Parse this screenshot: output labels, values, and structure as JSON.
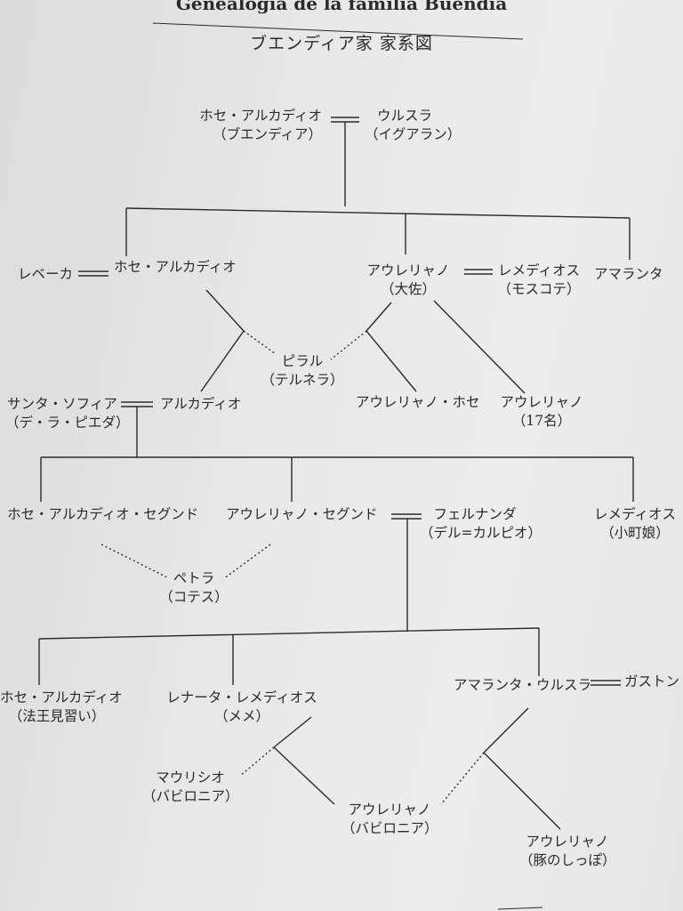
{
  "header": {
    "spanish_title": "Genealogía de la familia Buendía",
    "japanese_title": "ブエンディア家 家系図"
  },
  "people": {
    "jose_arcadio_founder": {
      "name": "ホセ・アルカディオ",
      "note": "（ブエンディア）"
    },
    "ursula": {
      "name": "ウルスラ",
      "note": "（イグアラン）"
    },
    "rebeca": {
      "name": "レベーカ"
    },
    "jose_arcadio_2": {
      "name": "ホセ・アルカディオ"
    },
    "aureliano_colonel": {
      "name": "アウレリャノ",
      "note": "（大佐）"
    },
    "remedios_moscote": {
      "name": "レメディオス",
      "note": "（モスコテ）"
    },
    "amaranta": {
      "name": "アマランタ"
    },
    "pilar": {
      "name": "ピラル",
      "note": "（テルネラ）"
    },
    "santa_sofia": {
      "name": "サンタ・ソフィア",
      "note": "（デ・ラ・ピエダ）"
    },
    "arcadio": {
      "name": "アルカディオ"
    },
    "aureliano_jose": {
      "name": "アウレリャノ・ホセ"
    },
    "aureliano_17": {
      "name": "アウレリャノ",
      "note": "（17名）"
    },
    "jose_arcadio_segundo": {
      "name": "ホセ・アルカディオ・セグンド"
    },
    "aureliano_segundo": {
      "name": "アウレリャノ・セグンド"
    },
    "fernanda": {
      "name": "フェルナンダ",
      "note": "（デル=カルピオ）"
    },
    "remedios_beauty": {
      "name": "レメディオス",
      "note": "（小町娘）"
    },
    "petra": {
      "name": "ペトラ",
      "note": "（コテス）"
    },
    "jose_arcadio_pope": {
      "name": "ホセ・アルカディオ",
      "note": "（法王見習い）"
    },
    "renata_remedios": {
      "name": "レナータ・レメディオス",
      "note": "（メメ）"
    },
    "amaranta_ursula": {
      "name": "アマランタ・ウルスラ"
    },
    "gaston": {
      "name": "ガストン"
    },
    "mauricio": {
      "name": "マウリシオ",
      "note": "（バビロニア）"
    },
    "aureliano_babilonia": {
      "name": "アウレリャノ",
      "note": "（バビロニア）"
    },
    "aureliano_pigtail": {
      "name": "アウレリャノ",
      "note": "（豚のしっぽ）"
    }
  }
}
